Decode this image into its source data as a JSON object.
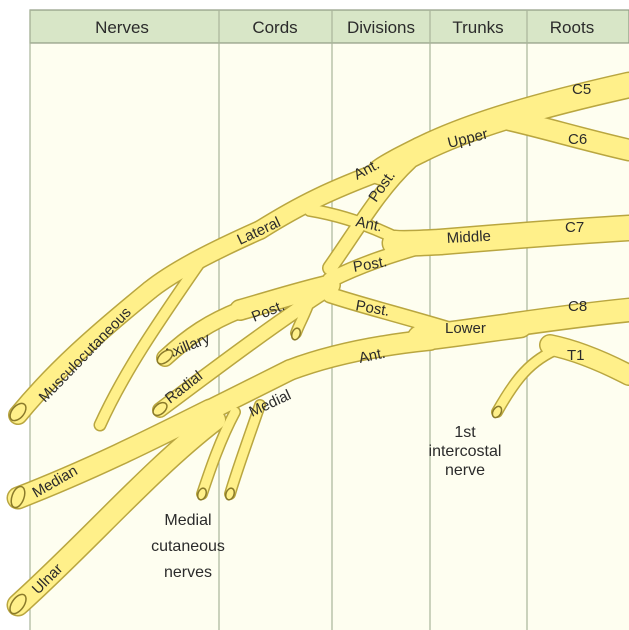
{
  "headers": [
    "Nerves",
    "Cords",
    "Divisions",
    "Trunks",
    "Roots"
  ],
  "roots": {
    "c5": "C5",
    "c6": "C6",
    "c7": "C7",
    "c8": "C8",
    "t1": "T1"
  },
  "trunks": {
    "upper": "Upper",
    "middle": "Middle",
    "lower": "Lower"
  },
  "divisions": {
    "ant": "Ant.",
    "post": "Post."
  },
  "cords": {
    "lateral": "Lateral",
    "posterior": "Post.",
    "medial": "Medial"
  },
  "nerves": {
    "musculocutaneous": "Musculocutaneous",
    "axillary": "Axillary",
    "radial": "Radial",
    "median": "Median",
    "ulnar": "Ulnar"
  },
  "annotations": {
    "intercostal": [
      "1st",
      "intercostal",
      "nerve"
    ],
    "medial_cutaneous": [
      "Medial",
      "cutaneous",
      "nerves"
    ]
  },
  "colors": {
    "nerve_fill": "#fff08a",
    "nerve_outline": "#b9a640",
    "background": "#fefef0",
    "header_bg": "#d8e6c7",
    "grid_line": "#a9b49a"
  }
}
